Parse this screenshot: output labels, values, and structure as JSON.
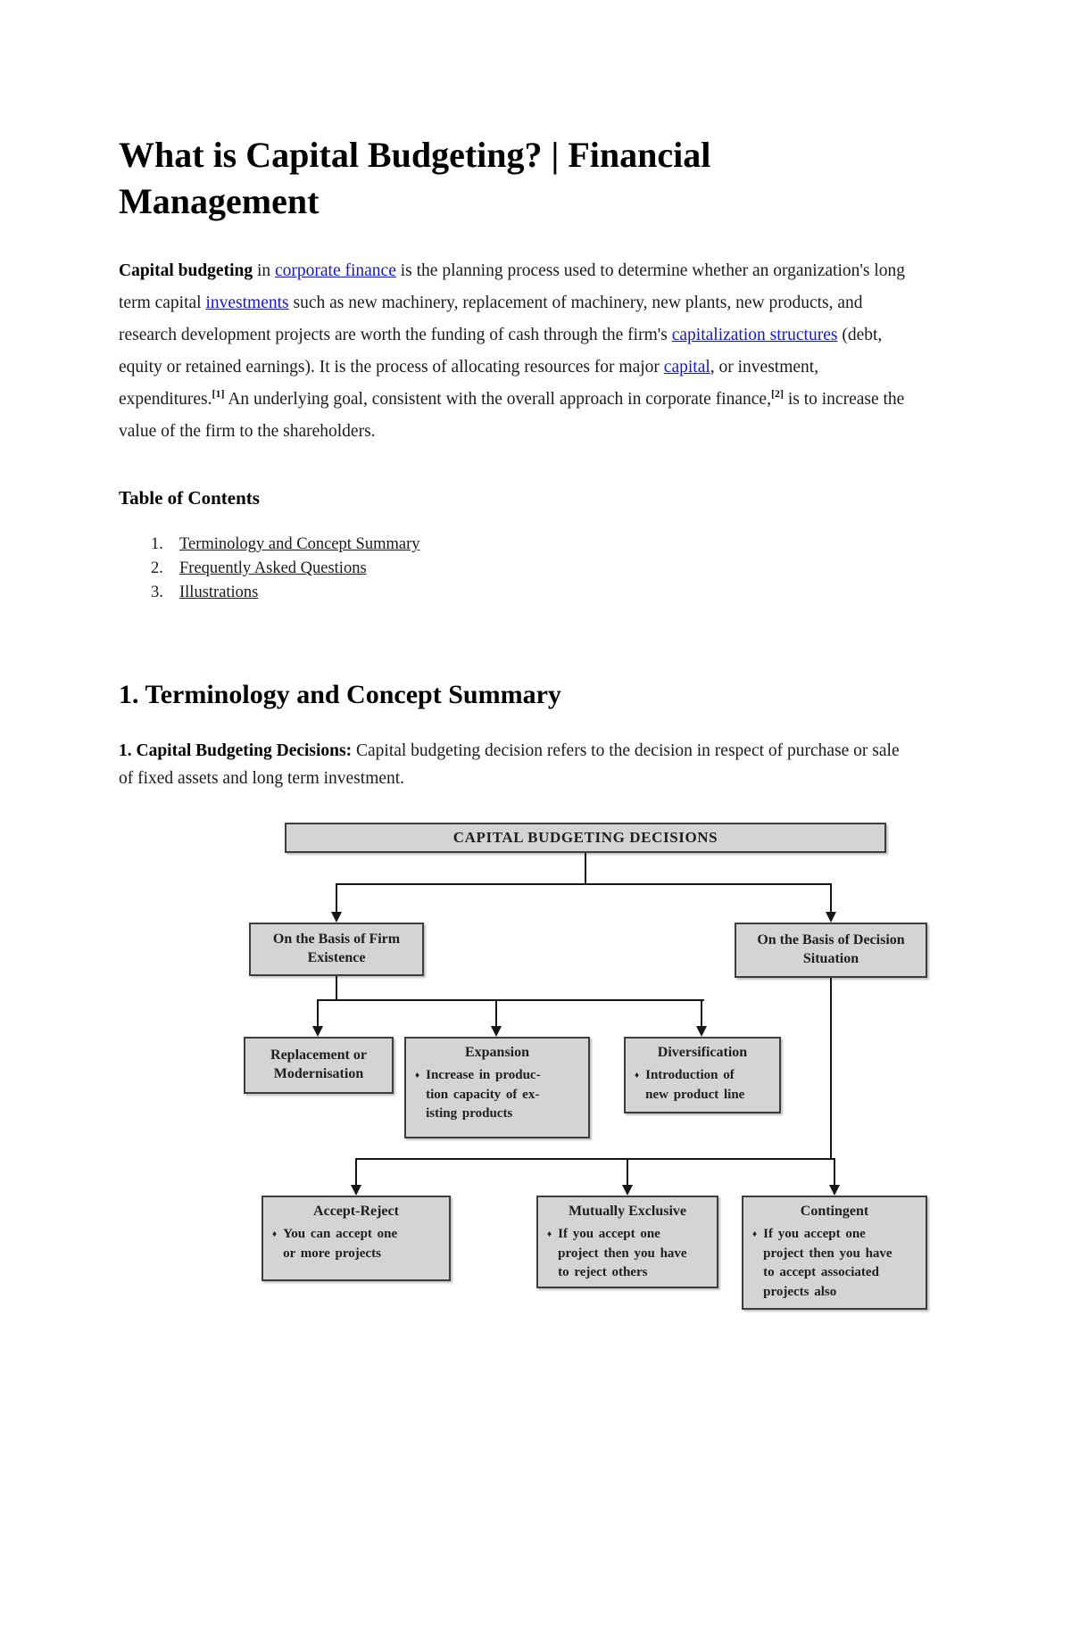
{
  "colors": {
    "link_blue": "#1616d2",
    "box_fill": "#d4d4d4",
    "box_border": "#3d3d3d",
    "text": "#1b1b1b"
  },
  "page": {
    "title": "What is Capital Budgeting? | Financial Management"
  },
  "intro": {
    "lead_bold": "Capital budgeting",
    "seg_in": " in ",
    "link_corporate_finance": "corporate finance",
    "seg_planning": " is the planning process used to determine whether an organization's long term capital ",
    "link_investments": "investments",
    "seg_machinery": " such as new machinery, replacement of machinery, new plants, new products, and research development projects are worth the funding of cash through the firm's ",
    "link_capitalization": "capitalization structures",
    "seg_debt": " (debt, equity or retained earnings). It is the process of allocating resources for major ",
    "link_capital": "capital",
    "seg_expenditures": ", or investment, expenditures.",
    "ref1": "[1]",
    "seg_goal": " An underlying goal, consistent with the overall approach in corporate finance,",
    "ref2": "[2]",
    "seg_increase": " is to increase the value of the firm to the shareholders."
  },
  "toc": {
    "heading": "Table of Contents",
    "items": [
      {
        "num": "1.",
        "label": "Terminology and Concept Summary"
      },
      {
        "num": "2.",
        "label": "Frequently Asked Questions"
      },
      {
        "num": "3.",
        "label": "Illustrations"
      }
    ]
  },
  "section1": {
    "heading": "1. Terminology and Concept Summary",
    "para_bold": "1. Capital Budgeting Decisions:",
    "para_rest": " Capital budgeting decision refers to the decision in respect of purchase or sale of fixed assets and long term investment."
  },
  "diagram": {
    "root": "CAPITAL BUDGETING DECISIONS",
    "bullet": "♦",
    "left": {
      "title": "On the Basis of Firm Existence",
      "children": [
        {
          "title": "Replacement or Modernisation",
          "lines": ""
        },
        {
          "title": "Expansion",
          "lines": "Increase in produc-\ntion capacity of ex-\nisting products"
        },
        {
          "title": "Diversification",
          "lines": "Introduction of\nnew product line"
        }
      ]
    },
    "right": {
      "title": "On the Basis of Decision Situation",
      "children": [
        {
          "title": "Accept-Reject",
          "lines": "You can accept one\nor more projects"
        },
        {
          "title": "Mutually Exclusive",
          "lines": "If you accept one\nproject then you have\nto reject others"
        },
        {
          "title": "Contingent",
          "lines": "If you accept one\nproject then you have\nto accept associated\nprojects also"
        }
      ]
    }
  }
}
